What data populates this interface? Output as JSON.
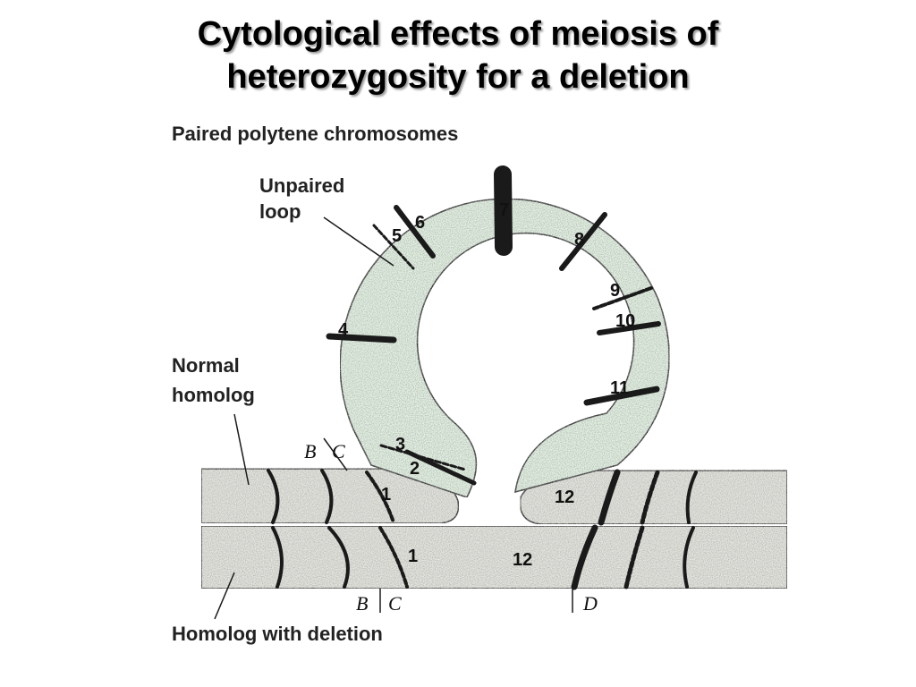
{
  "title": {
    "line1": "Cytological effects of meiosis of",
    "line2": "heterozygosity for a deletion"
  },
  "labels": {
    "heading": "Paired polytene chromosomes",
    "unpaired_loop_1": "Unpaired",
    "unpaired_loop_2": "loop",
    "normal_homolog_1": "Normal",
    "normal_homolog_2": "homolog",
    "homolog_deletion": "Homolog with deletion"
  },
  "loop_bands": [
    "2",
    "3",
    "4",
    "5",
    "6",
    "7",
    "8",
    "9",
    "10",
    "11"
  ],
  "paired_bands": {
    "upper_1": "1",
    "upper_12": "12",
    "lower_1": "1",
    "lower_12": "12"
  },
  "gene_markers": {
    "upper_b": "B",
    "upper_c": "C",
    "lower_b": "B",
    "lower_c": "C",
    "lower_d": "D"
  },
  "colors": {
    "loop_fill": "#e3f2e3",
    "chromosome_fill": "#e6e6e0",
    "band": "#1a1a1a",
    "outline": "#2a2a2a"
  }
}
